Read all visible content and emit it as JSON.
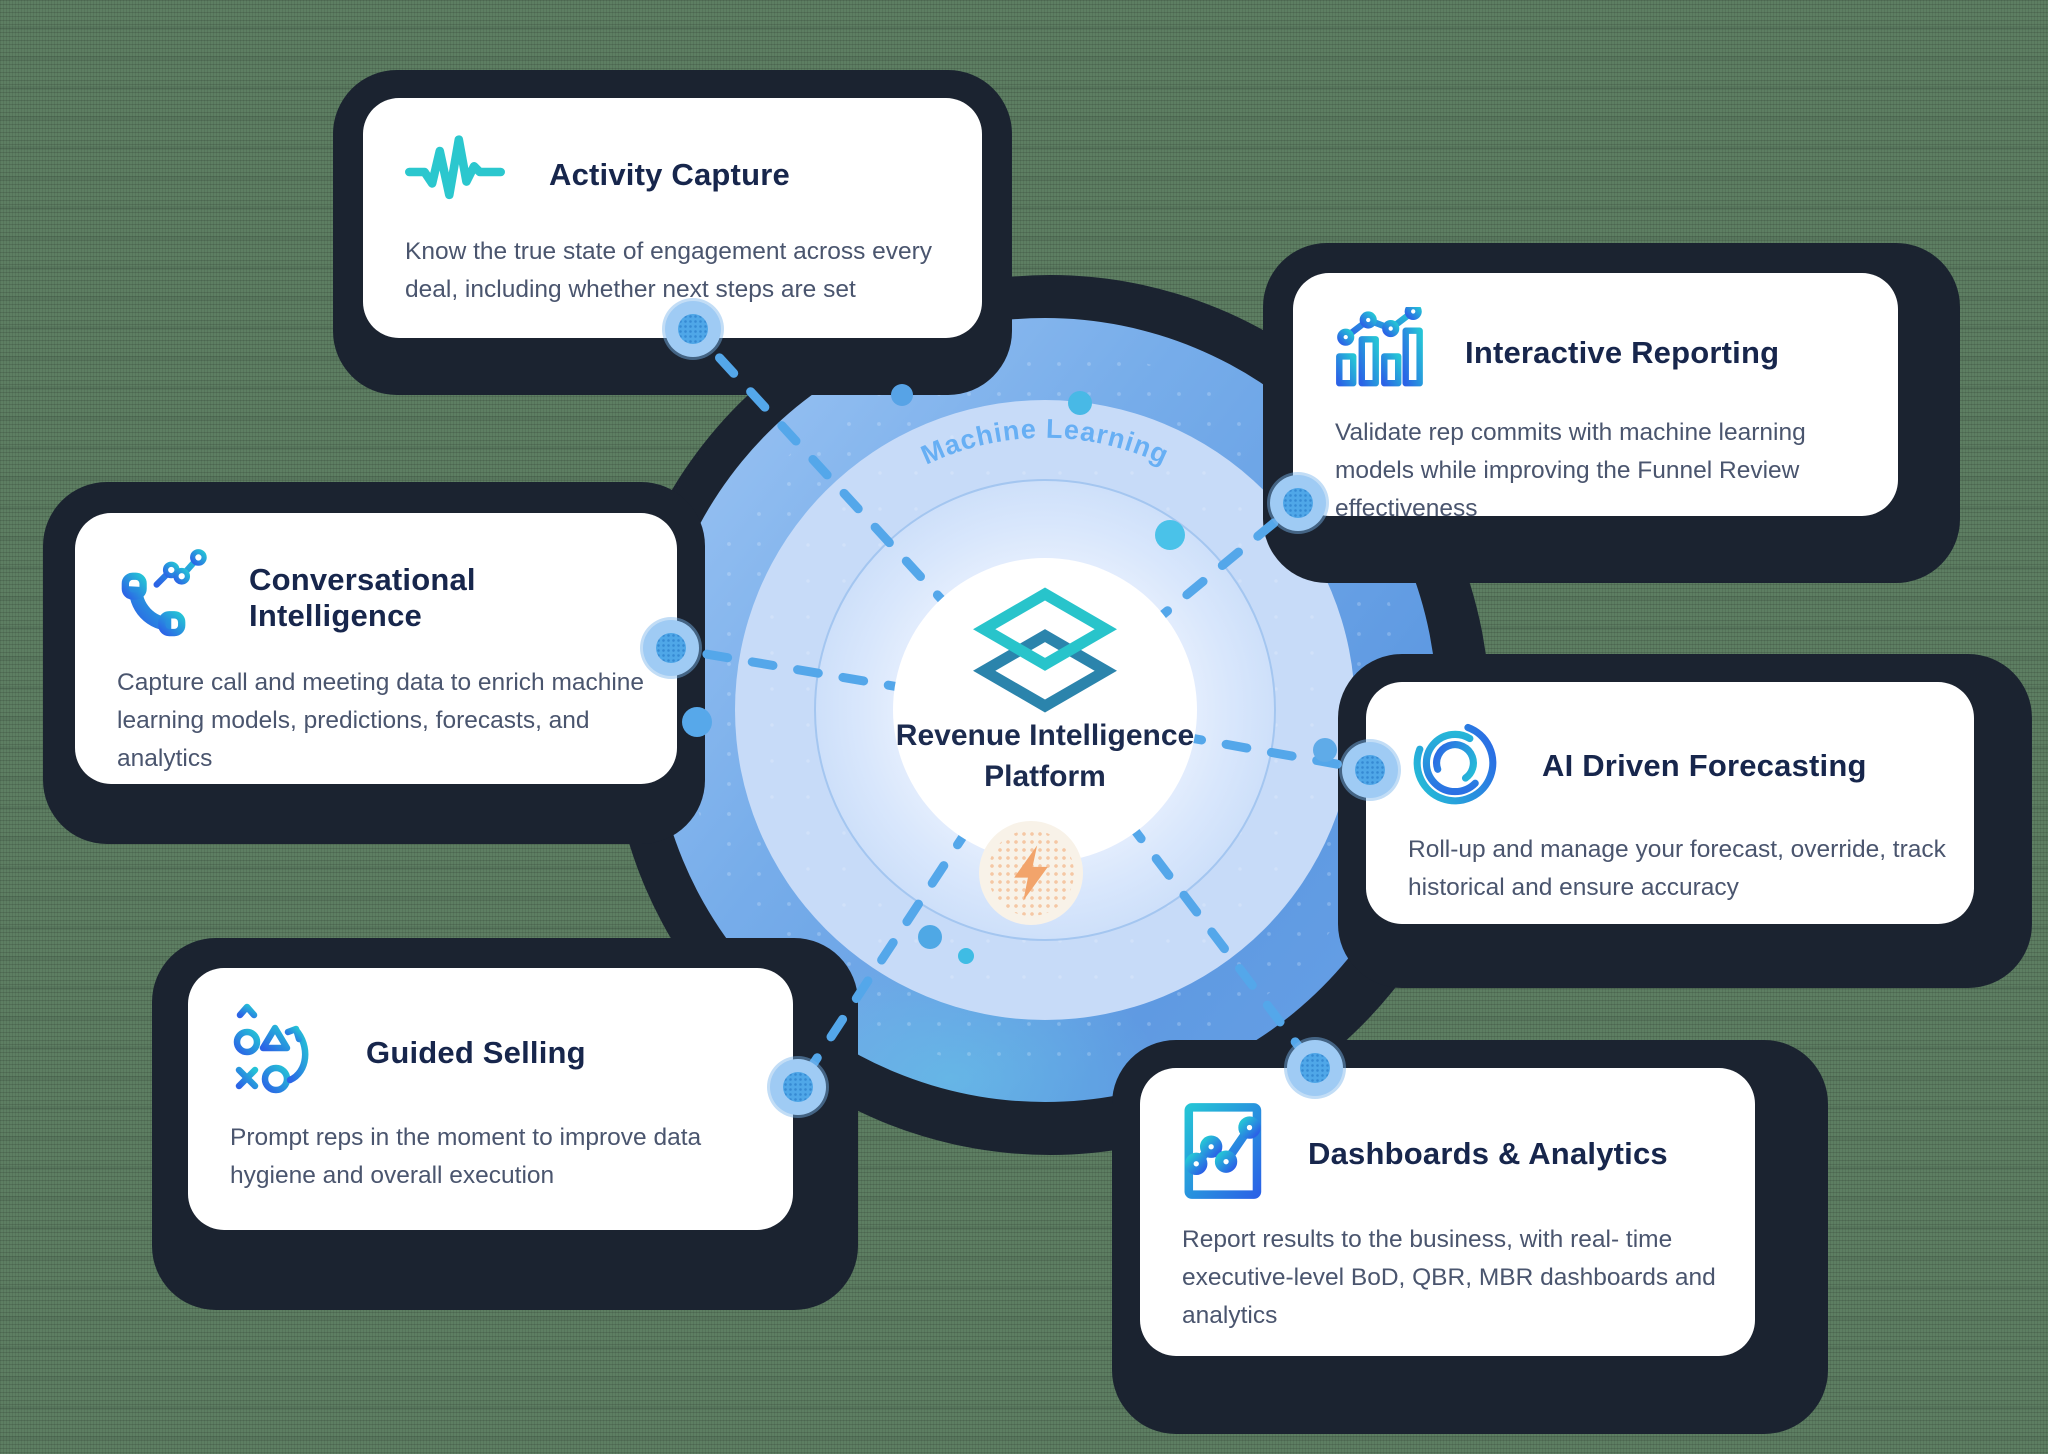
{
  "center": {
    "ring_label": "Machine Learning",
    "title_line1": "Revenue Intelligence",
    "title_line2": "Platform",
    "logo_icon": "overlapping-diamonds-logo",
    "bolt_icon": "lightning-bolt-icon"
  },
  "cards": [
    {
      "id": "activity-capture",
      "icon": "pulse-waveform-icon",
      "title": "Activity Capture",
      "description": "Know the true state of engagement across every deal, including whether next steps are set"
    },
    {
      "id": "conversational-intelligence",
      "icon": "phone-chart-icon",
      "title": "Conversational Intelligence",
      "description": "Capture call and meeting data to enrich machine learning models, predictions, forecasts, and analytics"
    },
    {
      "id": "guided-selling",
      "icon": "strategy-playbook-icon",
      "title": "Guided Selling",
      "description": "Prompt reps in the moment to improve data hygiene and overall execution"
    },
    {
      "id": "interactive-reporting",
      "icon": "bar-chart-trend-icon",
      "title": "Interactive Reporting",
      "description": "Validate rep commits with machine learning models while improving the Funnel Review effectiveness"
    },
    {
      "id": "ai-driven-forecasting",
      "icon": "spiral-arcs-icon",
      "title": "AI Driven Forecasting",
      "description": "Roll-up and manage your forecast, override, track historical and ensure accuracy"
    },
    {
      "id": "dashboards-analytics",
      "icon": "dashboard-line-chart-icon",
      "title": "Dashboards & Analytics",
      "description": "Report results to the business, with real- time executive-level BoD, QBR, MBR dashboards and analytics"
    }
  ],
  "colors": {
    "background_green": "#5D7E62",
    "shadow_navy": "#1B2330",
    "card_background": "#FFFFFF",
    "title_text": "#17264C",
    "body_text": "#4A556E",
    "ring_outer_blue": "#6FA8EA",
    "ring_light_blue": "#C7DBF8",
    "machine_learning_text": "#67AFF4",
    "dashed_line_blue": "#54A7EA",
    "icon_teal": "#2BC7CE",
    "icon_blue": "#2B63E6",
    "logo_teal": "#28C4CB",
    "logo_blue": "#2B84AC",
    "bolt_orange": "#F2A46B",
    "bolt_background": "#F8F2E8"
  }
}
